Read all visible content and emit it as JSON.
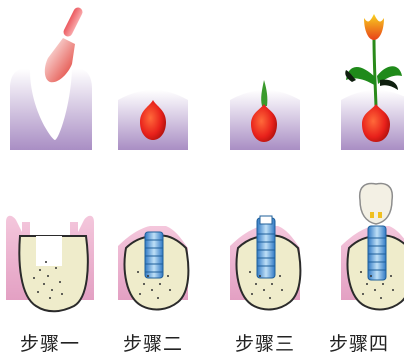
{
  "steps": [
    {
      "label": "步骤一"
    },
    {
      "label": "步骤二"
    },
    {
      "label": "步骤三"
    },
    {
      "label": "步骤四"
    }
  ],
  "colors": {
    "soil_top": "#ffffff",
    "soil_bottom": "#a98ec4",
    "bulb": "#e8211b",
    "sprout": "#3a9a2c",
    "tulip": "#f59a1a",
    "leaf": "#1f8a1a",
    "gum": "#e6a3c6",
    "bone": "#efeccb",
    "implant": "#4a90d0",
    "crown": "#f3f0e4"
  }
}
